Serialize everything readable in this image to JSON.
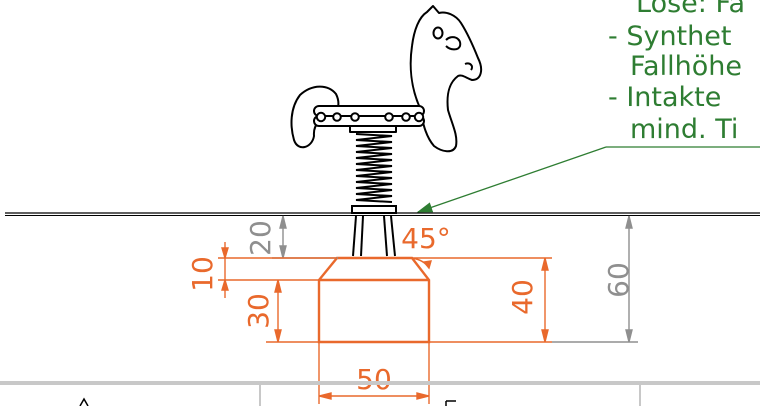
{
  "notes": {
    "line1": "Lose: Fa",
    "line2": "- Synthet",
    "line3": "Fallhöhe",
    "line4": "- Intakte",
    "line5": "mind. Ti"
  },
  "dimensions": {
    "anchor_cover_height": "20",
    "chamfer_angle": "45°",
    "chamfer_height": "10",
    "footing_body_height": "30",
    "footing_total_height": "40",
    "overall_depth": "60",
    "footing_width": "50"
  },
  "colors": {
    "outline": "#000000",
    "footing": "#e9692c",
    "annotation": "#2e7d32",
    "dimension_grey": "#8f8f8f"
  },
  "icons": {
    "figure": "spring-horse-rocker",
    "spring": "coil-spring"
  }
}
